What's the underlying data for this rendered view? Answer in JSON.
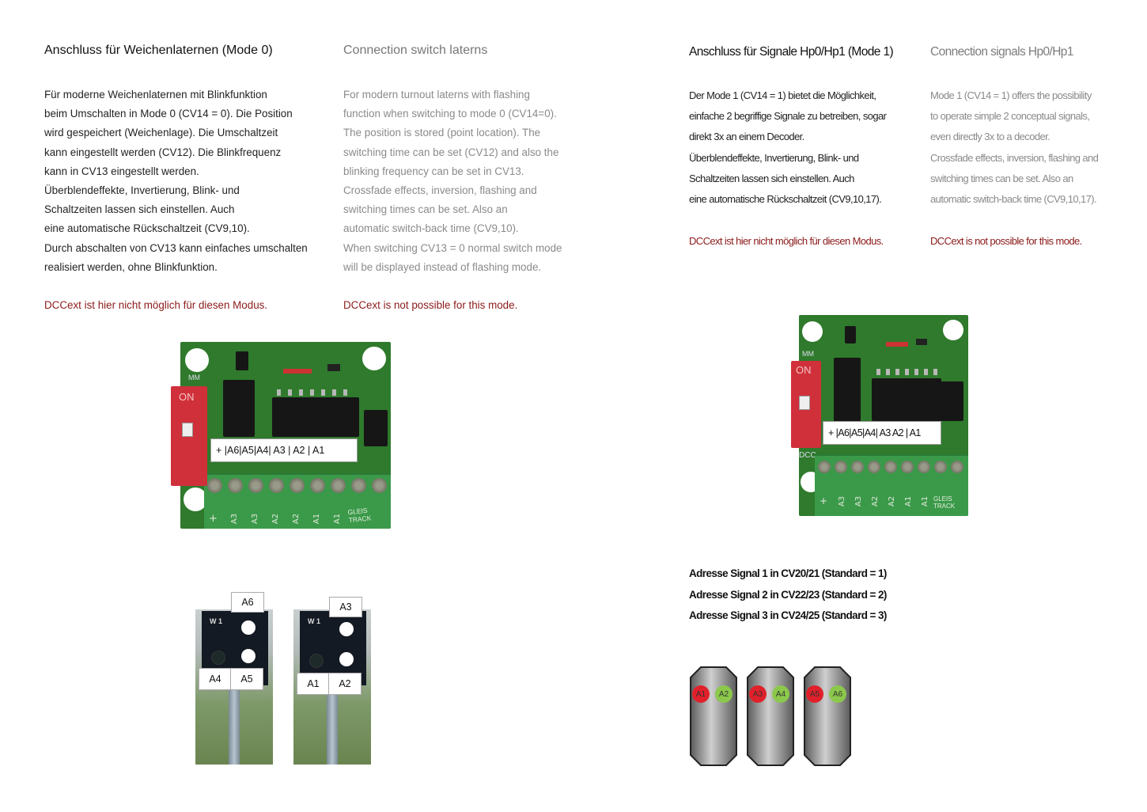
{
  "left": {
    "title_de": "Anschluss für Weichenlaternen (Mode 0)",
    "title_en": "Connection switch laterns",
    "text_de": [
      "Für moderne Weichenlaternen mit Blinkfunktion",
      "beim Umschalten in Mode 0 (CV14 = 0). Die Position",
      "wird gespeichert (Weichenlage). Die Umschaltzeit",
      "kann eingestellt werden (CV12). Die Blinkfrequenz",
      "kann in CV13 eingestellt werden.",
      "Überblendeffekte, Invertierung, Blink- und",
      "Schaltzeiten lassen sich einstellen. Auch",
      "eine automatische Rückschaltzeit (CV9,10).",
      "Durch abschalten von CV13 kann einfaches umschalten",
      "realisiert werden, ohne Blinkfunktion."
    ],
    "text_en": [
      "For modern turnout laterns with flashing",
      "function when switching to mode 0 (CV14=0).",
      "The position is stored (point location). The",
      "switching time can be set (CV12) and also the",
      "blinking frequency can be set in CV13.",
      "Crossfade effects, inversion, flashing and",
      "switching times can be set. Also an",
      "automatic switch-back time (CV9,10).",
      "When switching CV13 = 0 normal switch mode",
      "will be displayed instead of flashing mode."
    ],
    "note_de": "DCCext ist hier nicht möglich für diesen Modus.",
    "note_en": "DCCext is not possible for this mode.",
    "board_label": "+ |A6|A5|A4| A3 | A2 | A1",
    "lantern1": {
      "top": "A6",
      "bottom_left": "A4",
      "bottom_right": "A5",
      "plate": "W 1"
    },
    "lantern2": {
      "top": "A3",
      "bottom_left": "A1",
      "bottom_right": "A2",
      "plate": "W 1"
    }
  },
  "right": {
    "title_de": "Anschluss für Signale Hp0/Hp1 (Mode 1)",
    "title_en": "Connection signals Hp0/Hp1",
    "text_de": [
      "Der Mode 1 (CV14 = 1) bietet die Möglichkeit,",
      "einfache 2 begriffige Signale zu betreiben, sogar",
      "direkt 3x an einem Decoder.",
      "Überblendeffekte, Invertierung, Blink- und",
      "Schaltzeiten lassen sich einstellen. Auch",
      "eine automatische Rückschaltzeit (CV9,10,17)."
    ],
    "text_en": [
      "Mode 1 (CV14 = 1) offers the possibility",
      "to operate simple 2 conceptual signals,",
      "even directly 3x to a decoder.",
      "Crossfade effects, inversion, flashing and",
      "switching times can be set. Also an",
      "automatic switch-back time (CV9,10,17)."
    ],
    "note_de": "DCCext ist hier nicht möglich für diesen Modus.",
    "note_en": "DCCext is not possible for this mode.",
    "board_label": "+ |A6|A5|A4| A3  A2 | A1",
    "addresses": [
      "Adresse Signal 1 in CV20/21 (Standard = 1)",
      "Adresse Signal 2 in CV22/23 (Standard = 2)",
      "Adresse Signal 3 in CV24/25 (Standard = 3)"
    ],
    "signals": [
      {
        "red": "A1",
        "green": "A2"
      },
      {
        "red": "A3",
        "green": "A4"
      },
      {
        "red": "A5",
        "green": "A6"
      }
    ]
  },
  "board": {
    "dip_label": "ON",
    "mm": "MM",
    "dcc": "DCC",
    "pins": [
      "+",
      "A3",
      "A3",
      "A2",
      "A2",
      "A1",
      "A1"
    ],
    "track": "GLEIS TRACK"
  },
  "colors": {
    "note_red": "#8b1a1a",
    "pcb_green": "#2f7a2c",
    "lamp_red": "#e0202a",
    "lamp_green": "#8cc84b"
  }
}
